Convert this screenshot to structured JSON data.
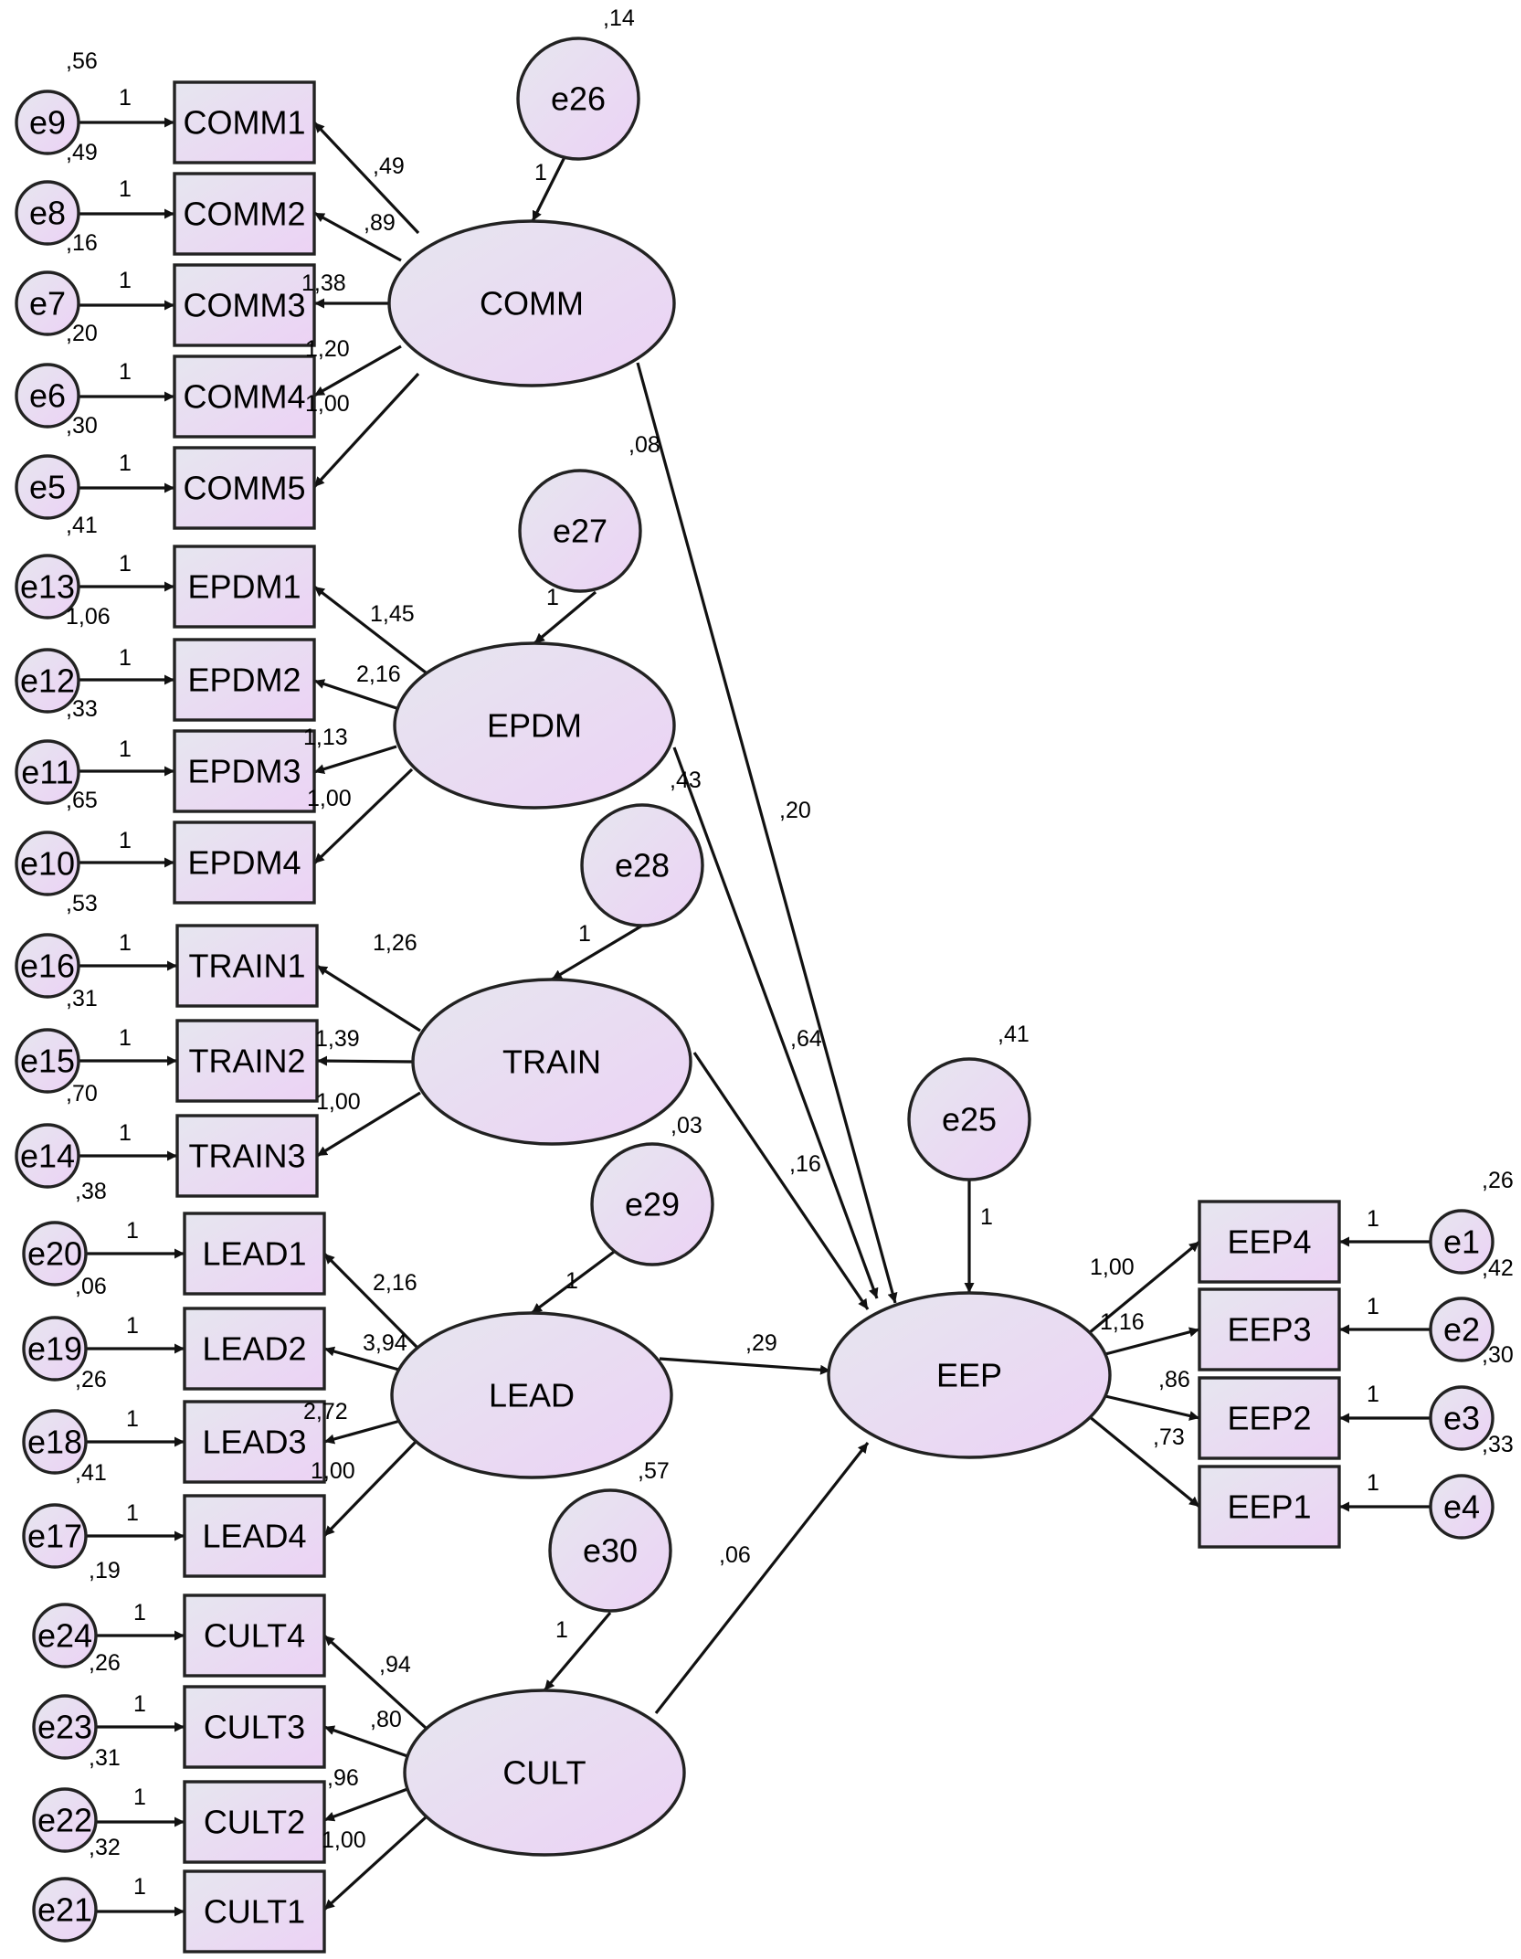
{
  "colors": {
    "node_fill_start": "#e6e6ef",
    "node_fill_end": "#ecd2f5",
    "stroke": "#222222"
  },
  "latent_variables": [
    {
      "id": "COMM",
      "label": "COMM"
    },
    {
      "id": "EPDM",
      "label": "EPDM"
    },
    {
      "id": "TRAIN",
      "label": "TRAIN"
    },
    {
      "id": "LEAD",
      "label": "LEAD"
    },
    {
      "id": "CULT",
      "label": "CULT"
    },
    {
      "id": "EEP",
      "label": "EEP"
    }
  ],
  "observed_variables": [
    {
      "id": "COMM1",
      "label": "COMM1"
    },
    {
      "id": "COMM2",
      "label": "COMM2"
    },
    {
      "id": "COMM3",
      "label": "COMM3"
    },
    {
      "id": "COMM4",
      "label": "COMM4"
    },
    {
      "id": "COMM5",
      "label": "COMM5"
    },
    {
      "id": "EPDM1",
      "label": "EPDM1"
    },
    {
      "id": "EPDM2",
      "label": "EPDM2"
    },
    {
      "id": "EPDM3",
      "label": "EPDM3"
    },
    {
      "id": "EPDM4",
      "label": "EPDM4"
    },
    {
      "id": "TRAIN1",
      "label": "TRAIN1"
    },
    {
      "id": "TRAIN2",
      "label": "TRAIN2"
    },
    {
      "id": "TRAIN3",
      "label": "TRAIN3"
    },
    {
      "id": "LEAD1",
      "label": "LEAD1"
    },
    {
      "id": "LEAD2",
      "label": "LEAD2"
    },
    {
      "id": "LEAD3",
      "label": "LEAD3"
    },
    {
      "id": "LEAD4",
      "label": "LEAD4"
    },
    {
      "id": "CULT4",
      "label": "CULT4"
    },
    {
      "id": "CULT3",
      "label": "CULT3"
    },
    {
      "id": "CULT2",
      "label": "CULT2"
    },
    {
      "id": "CULT1",
      "label": "CULT1"
    },
    {
      "id": "EEP4",
      "label": "EEP4"
    },
    {
      "id": "EEP3",
      "label": "EEP3"
    },
    {
      "id": "EEP2",
      "label": "EEP2"
    },
    {
      "id": "EEP1",
      "label": "EEP1"
    }
  ],
  "error_terms": [
    {
      "id": "e9",
      "label": "e9",
      "variance": ",56",
      "path_label": "1",
      "target": "COMM1"
    },
    {
      "id": "e8",
      "label": "e8",
      "variance": ",49",
      "path_label": "1",
      "target": "COMM2"
    },
    {
      "id": "e7",
      "label": "e7",
      "variance": ",16",
      "path_label": "1",
      "target": "COMM3"
    },
    {
      "id": "e6",
      "label": "e6",
      "variance": ",20",
      "path_label": "1",
      "target": "COMM4"
    },
    {
      "id": "e5",
      "label": "e5",
      "variance": ",30",
      "path_label": "1",
      "target": "COMM5"
    },
    {
      "id": "e13",
      "label": "e13",
      "variance": ",41",
      "path_label": "1",
      "target": "EPDM1"
    },
    {
      "id": "e12",
      "label": "e12",
      "variance": "1,06",
      "path_label": "1",
      "target": "EPDM2"
    },
    {
      "id": "e11",
      "label": "e11",
      "variance": ",33",
      "path_label": "1",
      "target": "EPDM3"
    },
    {
      "id": "e10",
      "label": "e10",
      "variance": ",65",
      "path_label": "1",
      "target": "EPDM4"
    },
    {
      "id": "e16",
      "label": "e16",
      "variance": ",53",
      "path_label": "1",
      "target": "TRAIN1"
    },
    {
      "id": "e15",
      "label": "e15",
      "variance": ",31",
      "path_label": "1",
      "target": "TRAIN2"
    },
    {
      "id": "e14",
      "label": "e14",
      "variance": ",70",
      "path_label": "1",
      "target": "TRAIN3"
    },
    {
      "id": "e20",
      "label": "e20",
      "variance": ",38",
      "path_label": "1",
      "target": "LEAD1"
    },
    {
      "id": "e19",
      "label": "e19",
      "variance": ",06",
      "path_label": "1",
      "target": "LEAD2"
    },
    {
      "id": "e18",
      "label": "e18",
      "variance": ",26",
      "path_label": "1",
      "target": "LEAD3"
    },
    {
      "id": "e17",
      "label": "e17",
      "variance": ",41",
      "path_label": "1",
      "target": "LEAD4"
    },
    {
      "id": "e24",
      "label": "e24",
      "variance": ",19",
      "path_label": "1",
      "target": "CULT4"
    },
    {
      "id": "e23",
      "label": "e23",
      "variance": ",26",
      "path_label": "1",
      "target": "CULT3"
    },
    {
      "id": "e22",
      "label": "e22",
      "variance": ",31",
      "path_label": "1",
      "target": "CULT2"
    },
    {
      "id": "e21",
      "label": "e21",
      "variance": ",32",
      "path_label": "1",
      "target": "CULT1"
    },
    {
      "id": "e26",
      "label": "e26",
      "variance": ",14",
      "path_label": "1",
      "target": "COMM"
    },
    {
      "id": "e27",
      "label": "e27",
      "variance": ",08",
      "path_label": "1",
      "target": "EPDM"
    },
    {
      "id": "e28",
      "label": "e28",
      "variance": ",43",
      "path_label": "1",
      "target": "TRAIN"
    },
    {
      "id": "e29",
      "label": "e29",
      "variance": ",03",
      "path_label": "1",
      "target": "LEAD"
    },
    {
      "id": "e30",
      "label": "e30",
      "variance": ",57",
      "path_label": "1",
      "target": "CULT"
    },
    {
      "id": "e25",
      "label": "e25",
      "variance": ",41",
      "path_label": "1",
      "target": "EEP"
    },
    {
      "id": "e1",
      "label": "e1",
      "variance": ",26",
      "path_label": "1",
      "target": "EEP4"
    },
    {
      "id": "e2",
      "label": "e2",
      "variance": ",42",
      "path_label": "1",
      "target": "EEP3"
    },
    {
      "id": "e3",
      "label": "e3",
      "variance": ",30",
      "path_label": "1",
      "target": "EEP2"
    },
    {
      "id": "e4",
      "label": "e4",
      "variance": ",33",
      "path_label": "1",
      "target": "EEP1"
    }
  ],
  "loadings": [
    {
      "from": "COMM",
      "to": "COMM1",
      "value": ",49"
    },
    {
      "from": "COMM",
      "to": "COMM2",
      "value": ",89"
    },
    {
      "from": "COMM",
      "to": "COMM3",
      "value": "1,38"
    },
    {
      "from": "COMM",
      "to": "COMM4",
      "value": "1,20"
    },
    {
      "from": "COMM",
      "to": "COMM5",
      "value": "1,00"
    },
    {
      "from": "EPDM",
      "to": "EPDM1",
      "value": "1,45"
    },
    {
      "from": "EPDM",
      "to": "EPDM2",
      "value": "2,16"
    },
    {
      "from": "EPDM",
      "to": "EPDM3",
      "value": "1,13"
    },
    {
      "from": "EPDM",
      "to": "EPDM4",
      "value": "1,00"
    },
    {
      "from": "TRAIN",
      "to": "TRAIN1",
      "value": "1,26"
    },
    {
      "from": "TRAIN",
      "to": "TRAIN2",
      "value": "1,39"
    },
    {
      "from": "TRAIN",
      "to": "TRAIN3",
      "value": "1,00"
    },
    {
      "from": "LEAD",
      "to": "LEAD1",
      "value": "2,16"
    },
    {
      "from": "LEAD",
      "to": "LEAD2",
      "value": "3,94"
    },
    {
      "from": "LEAD",
      "to": "LEAD3",
      "value": "2,72"
    },
    {
      "from": "LEAD",
      "to": "LEAD4",
      "value": "1,00"
    },
    {
      "from": "CULT",
      "to": "CULT4",
      "value": ",94"
    },
    {
      "from": "CULT",
      "to": "CULT3",
      "value": ",80"
    },
    {
      "from": "CULT",
      "to": "CULT2",
      "value": ",96"
    },
    {
      "from": "CULT",
      "to": "CULT1",
      "value": "1,00"
    },
    {
      "from": "EEP",
      "to": "EEP4",
      "value": "1,00"
    },
    {
      "from": "EEP",
      "to": "EEP3",
      "value": "1,16"
    },
    {
      "from": "EEP",
      "to": "EEP2",
      "value": ",86"
    },
    {
      "from": "EEP",
      "to": "EEP1",
      "value": ",73"
    }
  ],
  "structural_paths": [
    {
      "from": "COMM",
      "to": "EEP",
      "value": ",20"
    },
    {
      "from": "EPDM",
      "to": "EEP",
      "value": ",64"
    },
    {
      "from": "TRAIN",
      "to": "EEP",
      "value": ",16"
    },
    {
      "from": "LEAD",
      "to": "EEP",
      "value": ",29"
    },
    {
      "from": "CULT",
      "to": "EEP",
      "value": ",06"
    }
  ]
}
